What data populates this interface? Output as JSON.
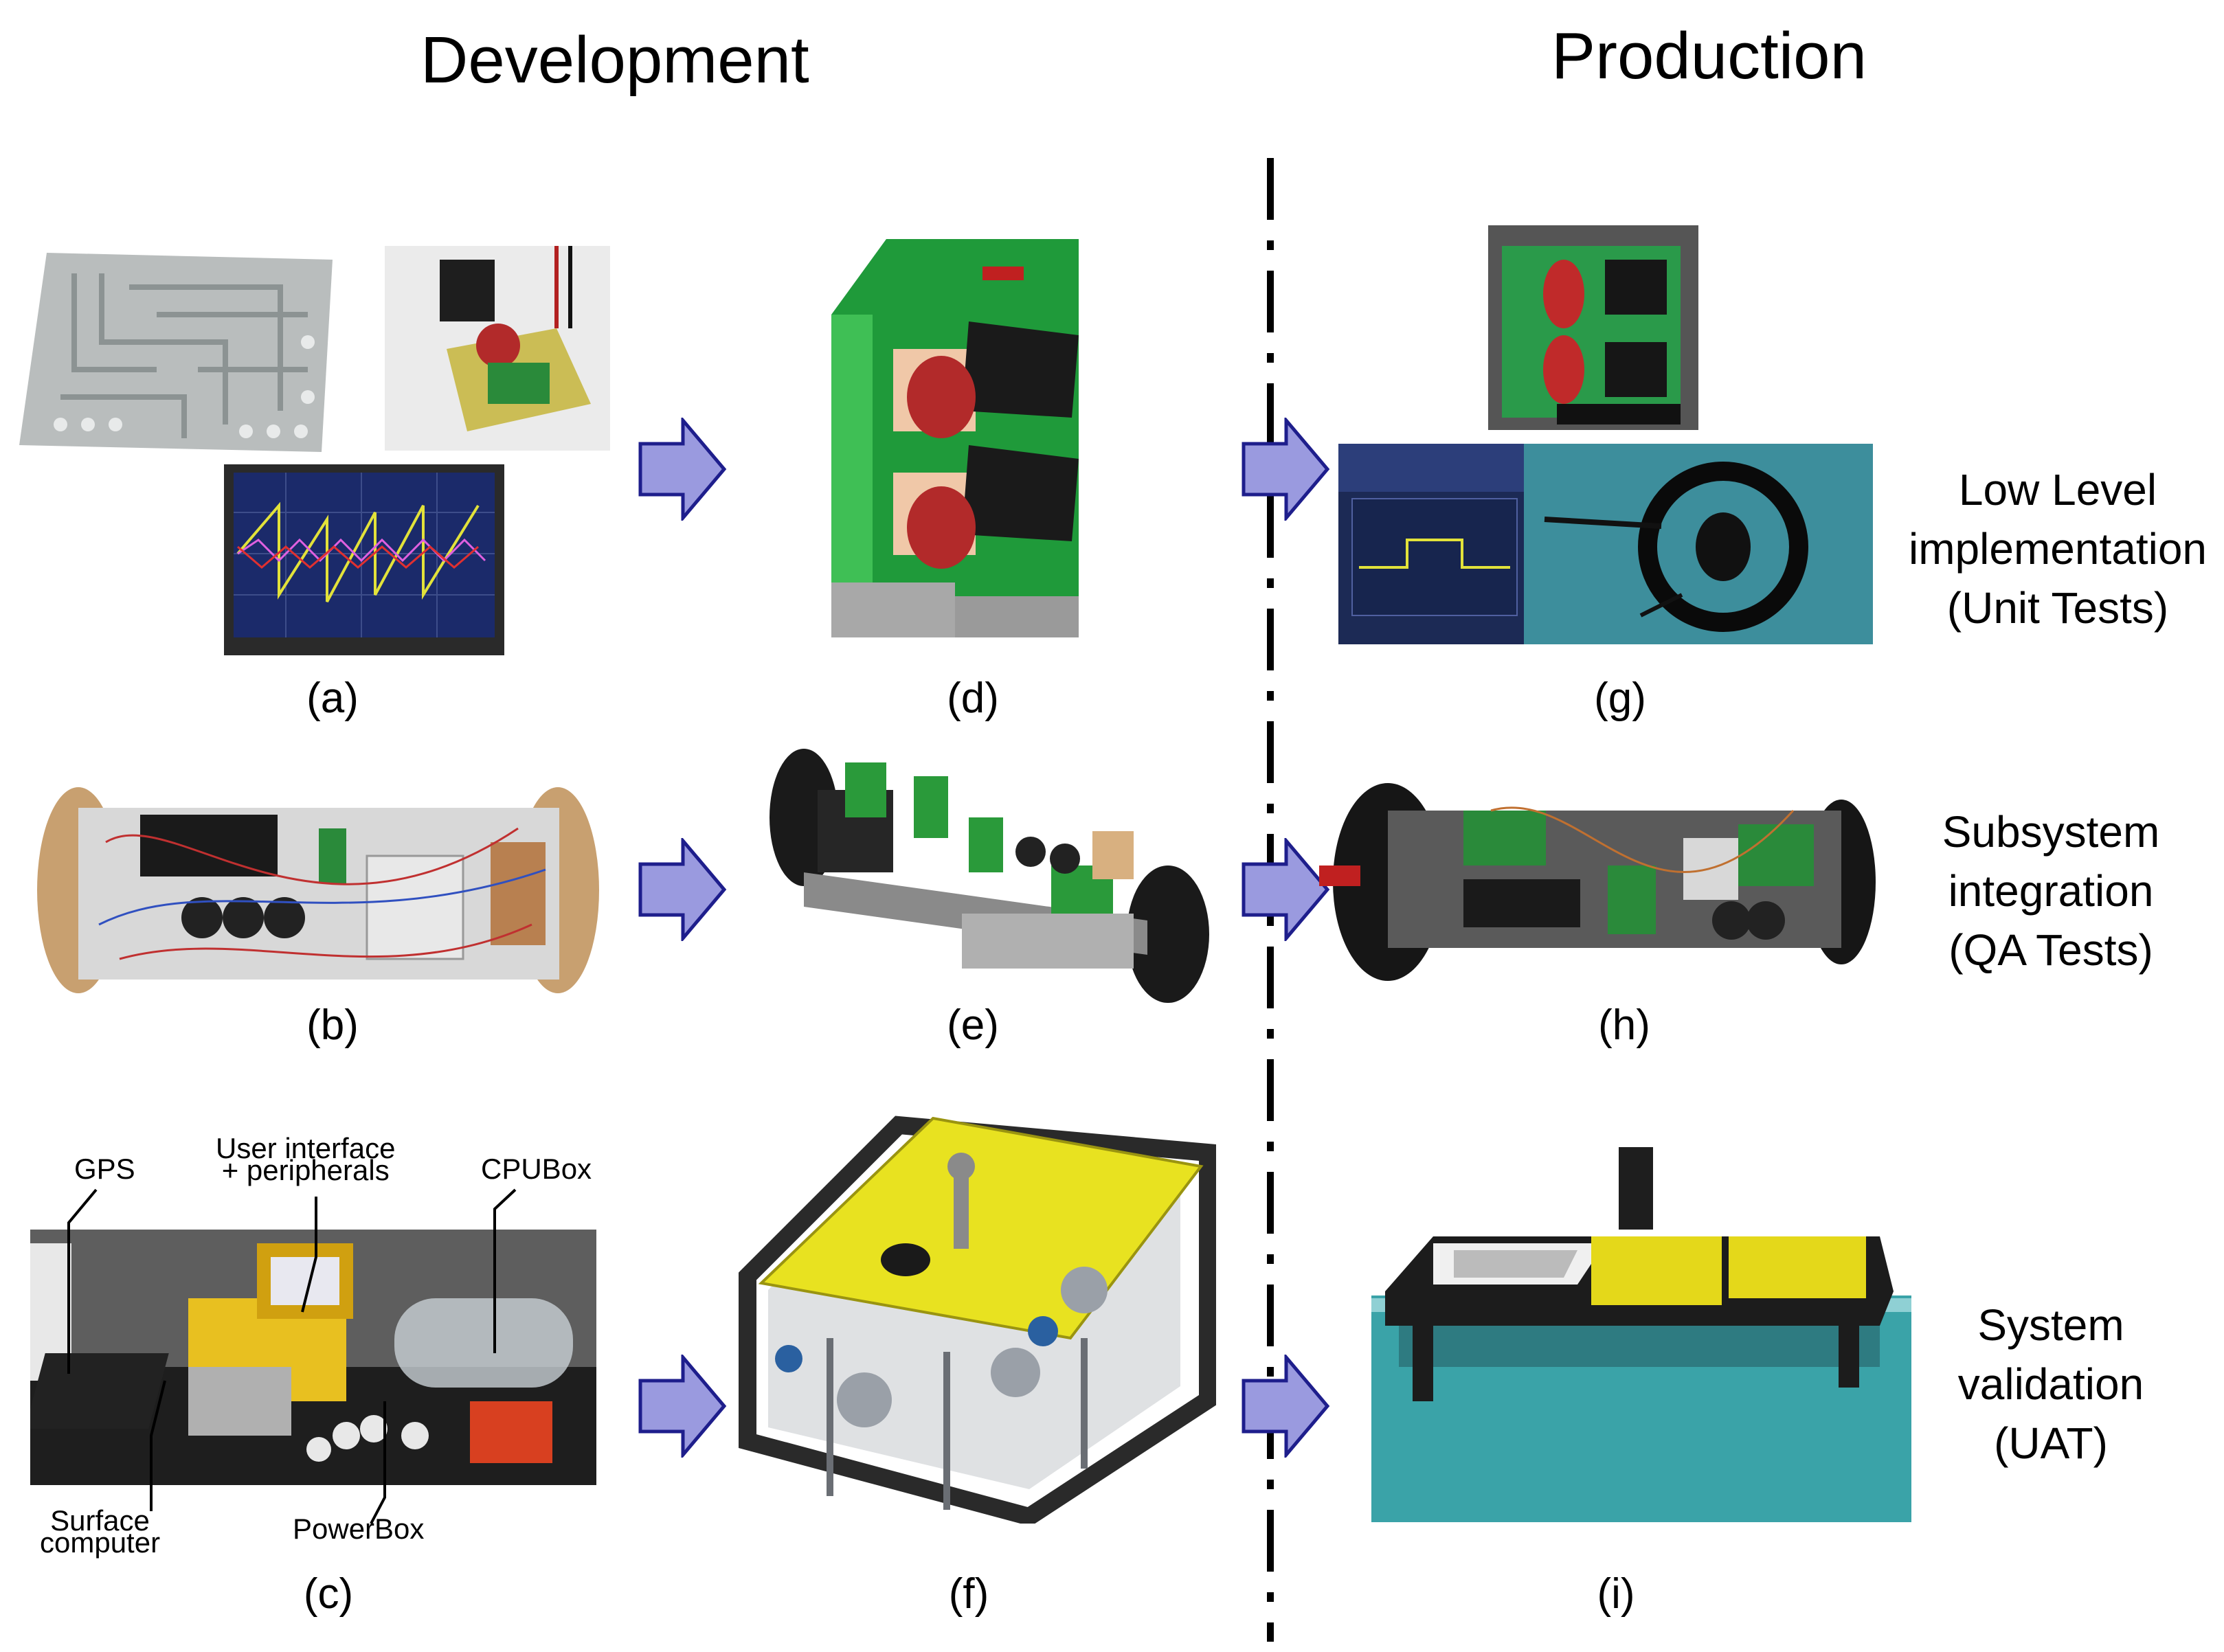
{
  "headers": {
    "left": "Development",
    "right": "Production"
  },
  "panel_labels": {
    "a": "(a)",
    "b": "(b)",
    "c": "(c)",
    "d": "(d)",
    "e": "(e)",
    "f": "(f)",
    "g": "(g)",
    "h": "(h)",
    "i": "(i)"
  },
  "row_labels": {
    "r1": [
      "Low Level",
      "implementation",
      "(Unit Tests)"
    ],
    "r2": [
      "Subsystem",
      "integration",
      "(QA Tests)"
    ],
    "r3": [
      "System",
      "validation",
      "(UAT)"
    ]
  },
  "annotations": {
    "gps": "GPS",
    "ui": [
      "User interface",
      "+ peripherals"
    ],
    "cpubox": "CPUBox",
    "surface": [
      "Surface",
      "computer"
    ],
    "powerbox": "PowerBox"
  },
  "colors": {
    "arrow_fill": "#9a9adf",
    "arrow_stroke": "#1e1e8c",
    "pcb_green": "#1f9a3a",
    "heatsink": "#1a1a1a",
    "relay_red": "#b22a2a",
    "rov_yellow": "#e8e220",
    "water": "#3aa3a8"
  }
}
